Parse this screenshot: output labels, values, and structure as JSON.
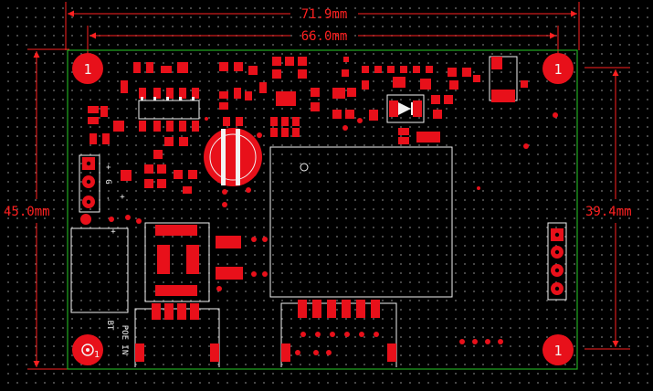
{
  "title": "PCB layout view",
  "dimensions": {
    "overall_width": "71.9mm",
    "board_width": "66.0mm",
    "overall_height": "45.0mm",
    "hole_spacing_height": "39.4mm"
  },
  "mounting_holes": [
    {
      "label": "1"
    },
    {
      "label": "1"
    },
    {
      "label": "1"
    },
    {
      "label": "1"
    }
  ],
  "silkscreen": {
    "connector_plus": "+",
    "connector_g": "G",
    "connector_minus": "-",
    "plus_label_1": "+",
    "plus_label_2": "+",
    "battery_label": "BT",
    "poe_label": "POE IN"
  },
  "colors": {
    "background": "#000000",
    "dimension": "#ff2020",
    "pad": "#e8101a",
    "outline": "#22aa22",
    "silk": "#f2f2f2"
  }
}
